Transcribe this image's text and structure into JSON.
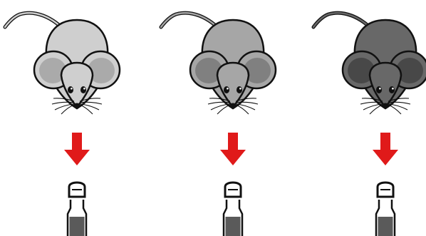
{
  "panels": [
    {
      "mouse": "mouse-light",
      "body_color": "#cfcfcf",
      "ear_inner": "#aaaaaa",
      "arrow": "red-down-arrow",
      "vial": "sample-vial"
    },
    {
      "mouse": "mouse-medium",
      "body_color": "#a6a6a6",
      "ear_inner": "#808080",
      "arrow": "red-down-arrow",
      "vial": "sample-vial"
    },
    {
      "mouse": "mouse-dark",
      "body_color": "#686868",
      "ear_inner": "#484848",
      "arrow": "red-down-arrow",
      "vial": "sample-vial"
    }
  ],
  "colors": {
    "arrow": "#e01a1a",
    "outline": "#111111",
    "vial_fill": "#5a5a5a"
  }
}
